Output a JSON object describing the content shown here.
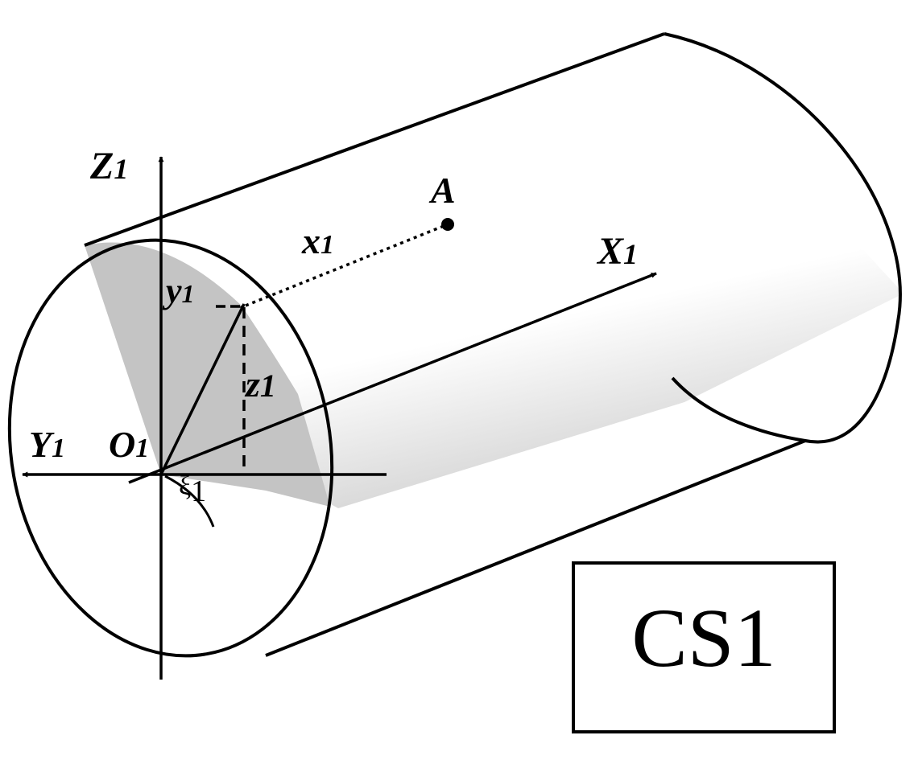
{
  "labels": {
    "z_axis": {
      "main": "Z",
      "sub": "1"
    },
    "x_axis": {
      "main": "X",
      "sub": "1"
    },
    "y_axis": {
      "main": "Y",
      "sub": "1"
    },
    "origin": {
      "main": "O",
      "sub": "1"
    },
    "point": "A",
    "x_coord": {
      "main": "x",
      "sub": "1"
    },
    "y_coord": {
      "main": "y",
      "sub": "1"
    },
    "z_coord": {
      "main": "z",
      "sub": "1"
    },
    "angle": {
      "main": "ξ",
      "sub": "1"
    }
  },
  "box_label": "CS1",
  "colors": {
    "stroke": "#000000",
    "section_fill": "#c8c8c8",
    "surface_light": "#ffffff",
    "surface_shadow": "#cfcfcf"
  }
}
